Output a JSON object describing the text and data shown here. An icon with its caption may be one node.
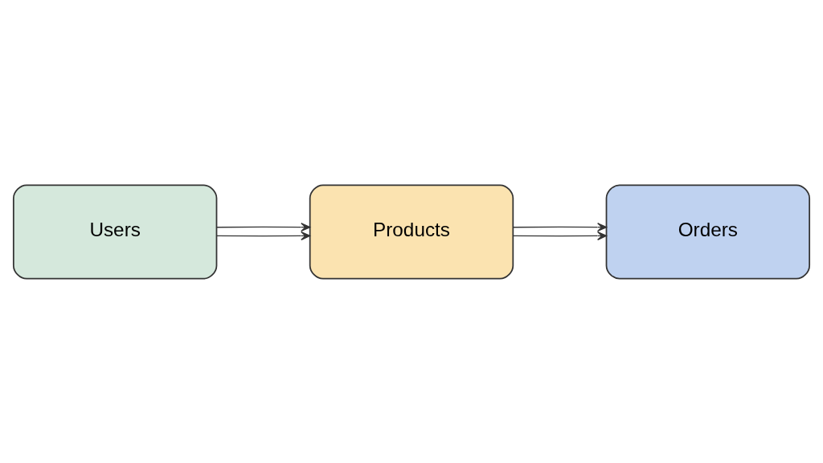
{
  "diagram": {
    "nodes": [
      {
        "text": [
          "Users"
        ]
      },
      {
        "text": [
          "Products"
        ]
      },
      {
        "text": [
          "Orders"
        ]
      }
    ],
    "edges": [
      {
        "from": 0,
        "to": 1,
        "arrow": "to"
      },
      {
        "from": 0,
        "to": 1,
        "arrow": "to"
      },
      {
        "from": 1,
        "to": 2,
        "arrow": "to"
      },
      {
        "from": 1,
        "to": 2,
        "arrow": "to"
      }
    ]
  }
}
